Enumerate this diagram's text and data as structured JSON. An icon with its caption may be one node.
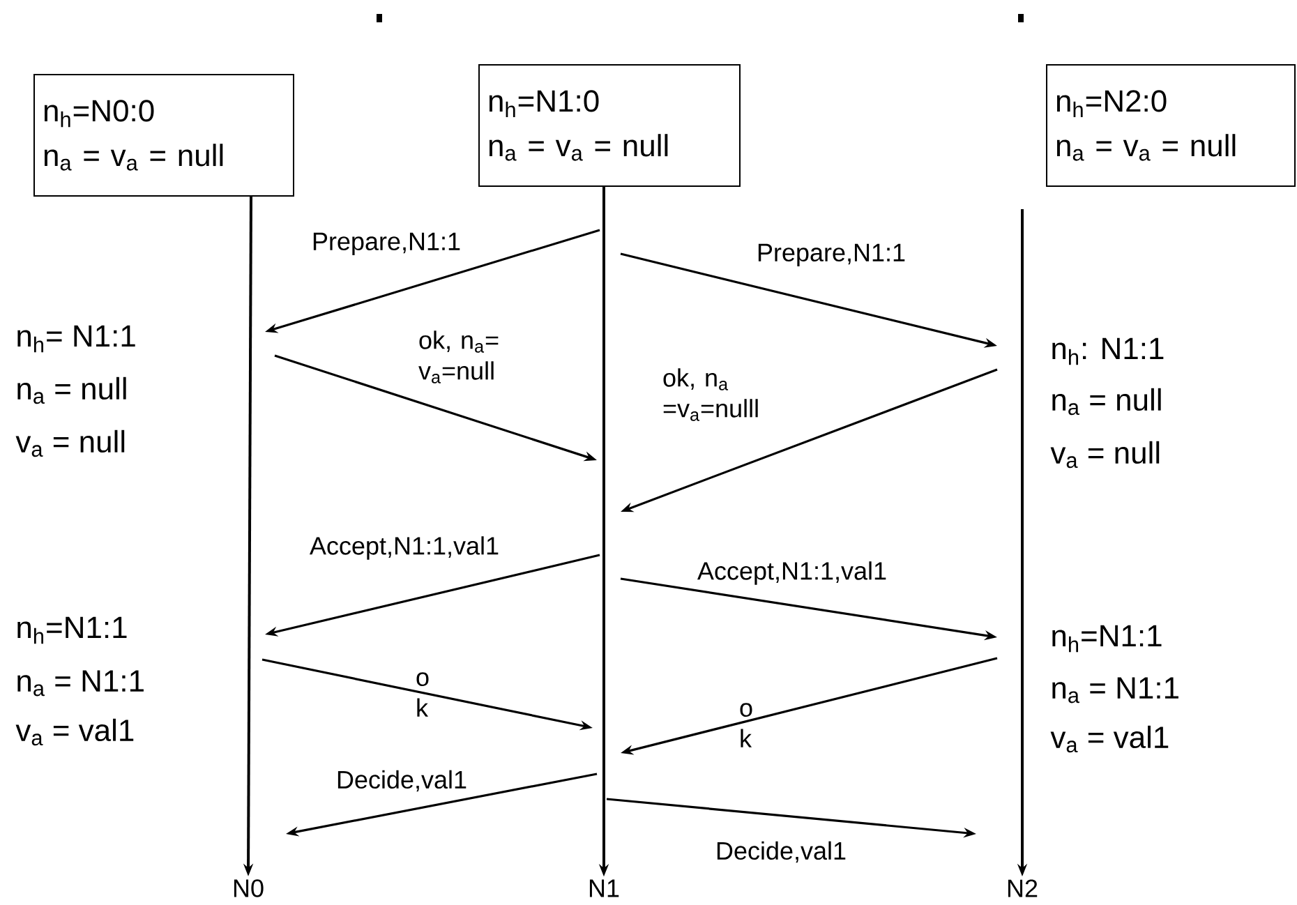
{
  "diagram": {
    "nodes": [
      {
        "text": [
          "n$_{h}$=N0:0",
          "n$_{a}$ = v$_{a}$ = null"
        ]
      },
      {
        "text": [
          "n$_{h}$=N1:0",
          "n$_{a}$ = v$_{a}$ = null"
        ]
      },
      {
        "text": [
          "n$_{h}$=N2:0",
          "n$_{a}$ = v$_{a}$ = null"
        ]
      },
      {
        "text": [
          "N0"
        ]
      },
      {
        "text": [
          "N1"
        ]
      },
      {
        "text": [
          "N2"
        ]
      }
    ],
    "edges": [
      {
        "from": 0,
        "to": 3,
        "arrow": "to"
      },
      {
        "from": 1,
        "to": 4,
        "arrow": "to"
      },
      {
        "from": 2,
        "to": 5,
        "arrow": "to"
      }
    ],
    "labels": [
      "Prepare,N1:1",
      "Prepare,N1:1",
      "n$_{h}$= N1:1",
      "n$_{a}$ = null",
      "v$_{a}$ = null",
      "ok, n$_{a}$= v$_{a}$=null",
      "ok, n$_{a}$ =v$_{a}$=nulll",
      "n$_{h}$: N1:1",
      "n$_{a}$ = null",
      "v$_{a}$ = null",
      "Accept,N1:1,val1",
      "Accept,N1:1,val1",
      "n$_{h}$=N1:1",
      "n$_{a}$ = N1:1",
      "v$_{a}$ = val1",
      "o k",
      "o k",
      "n$_{h}$=N1:1",
      "n$_{a}$ = N1:1",
      "v$_{a}$ = val1",
      "Decide,val1",
      "Decide,val1"
    ]
  }
}
